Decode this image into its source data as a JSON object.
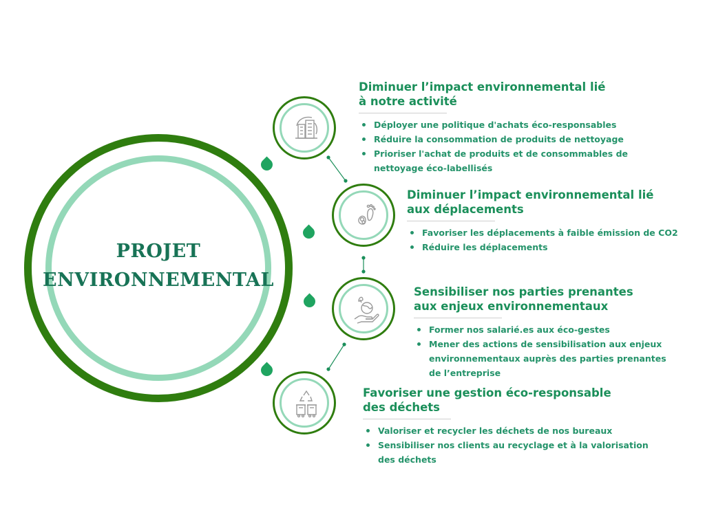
{
  "center": {
    "title_line1": "PROJET",
    "title_line2": "ENVIRONNEMENTAL"
  },
  "colors": {
    "dark_green": "#2f7d0f",
    "mint": "#94d8b8",
    "title_green": "#187356",
    "text_green": "#1b8f5a",
    "leaf_green": "#1fa460"
  },
  "sections": [
    {
      "title_line1": "Diminuer l’impact environnemental lié",
      "title_line2": "à notre activité",
      "icon": "buildings-icon",
      "items": [
        {
          "line1": "Déployer une politique d'achats éco-responsables",
          "line2": ""
        },
        {
          "line1": "Réduire la consommation de produits de nettoyage",
          "line2": ""
        },
        {
          "line1": "Prioriser l'achat de produits et de consommables de",
          "line2": "nettoyage éco-labellisés"
        }
      ]
    },
    {
      "title_line1": "Diminuer l’impact environnemental lié",
      "title_line2": "aux déplacements",
      "icon": "footprint-icon",
      "items": [
        {
          "line1": "Favoriser les déplacements à faible émission de CO2",
          "line2": ""
        },
        {
          "line1": "Réduire les déplacements",
          "line2": ""
        }
      ]
    },
    {
      "title_line1": "Sensibiliser nos parties prenantes",
      "title_line2": "aux enjeux environnementaux",
      "icon": "hand-globe-icon",
      "items": [
        {
          "line1": "Former nos salarié.es aux éco-gestes",
          "line2": ""
        },
        {
          "line1": "Mener des actions de sensibilisation aux enjeux",
          "line2": "environnementaux auprès des parties prenantes",
          "line3": "de l’entreprise"
        }
      ]
    },
    {
      "title_line1": "Favoriser une gestion éco-responsable",
      "title_line2": "des déchets",
      "icon": "recycle-bins-icon",
      "items": [
        {
          "line1": "Valoriser et recycler les déchets de nos bureaux",
          "line2": ""
        },
        {
          "line1": "Sensibiliser nos clients au recyclage et à la valorisation",
          "line2": "des déchets"
        }
      ]
    }
  ]
}
